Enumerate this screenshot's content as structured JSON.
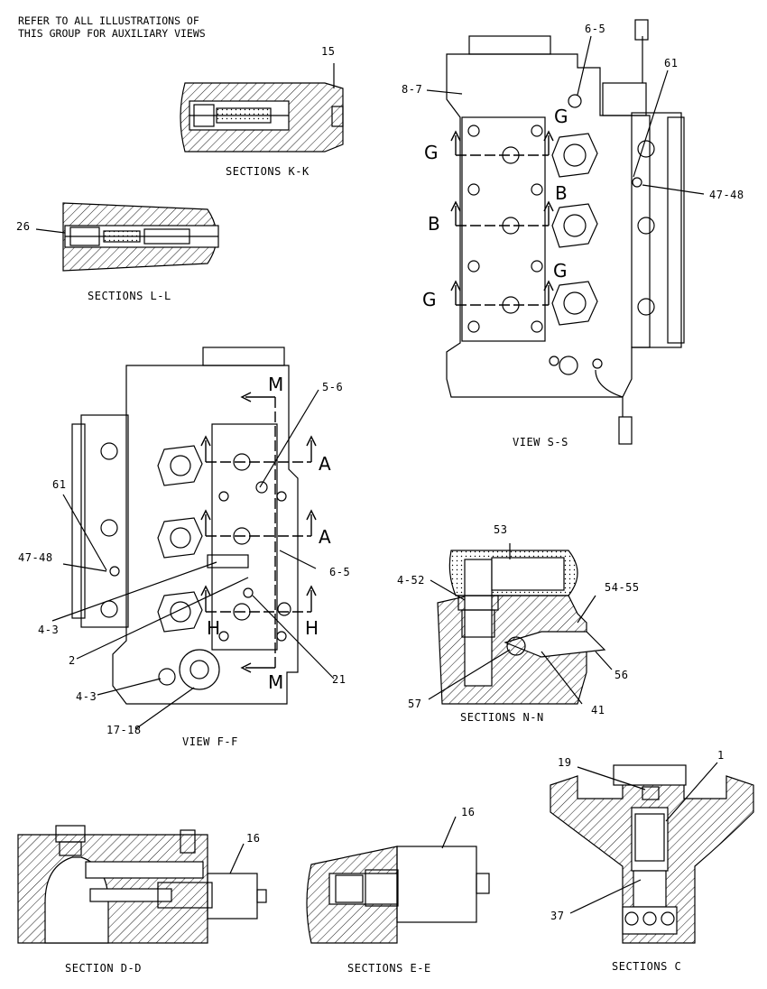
{
  "header": {
    "line1": "REFER TO ALL ILLUSTRATIONS OF",
    "line2": "THIS GROUP FOR AUXILIARY VIEWS"
  },
  "captions": {
    "kk": "SECTIONS K-K",
    "ll": "SECTIONS L-L",
    "ss": "VIEW S-S",
    "ff": "VIEW F-F",
    "nn": "SECTIONS N-N",
    "dd": "SECTION D-D",
    "ee": "SECTIONS E-E",
    "c": "SECTIONS C"
  },
  "callouts": {
    "c15": "15",
    "c26": "26",
    "c87": "8-7",
    "c65a": "6-5",
    "c61a": "61",
    "c4748a": "47-48",
    "c56a": "5-6",
    "c61b": "61",
    "c4748b": "47-48",
    "c65b": "6-5",
    "c43a": "4-3",
    "c2": "2",
    "c21": "21",
    "c43b": "4-3",
    "c1718": "17-18",
    "c53": "53",
    "c452": "4-52",
    "c5455": "54-55",
    "c56n": "56",
    "c57": "57",
    "c41": "41",
    "c16a": "16",
    "c16b": "16",
    "c19": "19",
    "c1": "1",
    "c37": "37"
  },
  "section_marks": {
    "g1": "G",
    "g1r": "G",
    "b_l": "B",
    "b_r": "B",
    "g2": "G",
    "g2r": "G",
    "m_top": "M",
    "m_bot": "M",
    "a1": "A",
    "a2": "A",
    "h_l": "H",
    "h_r": "H"
  }
}
